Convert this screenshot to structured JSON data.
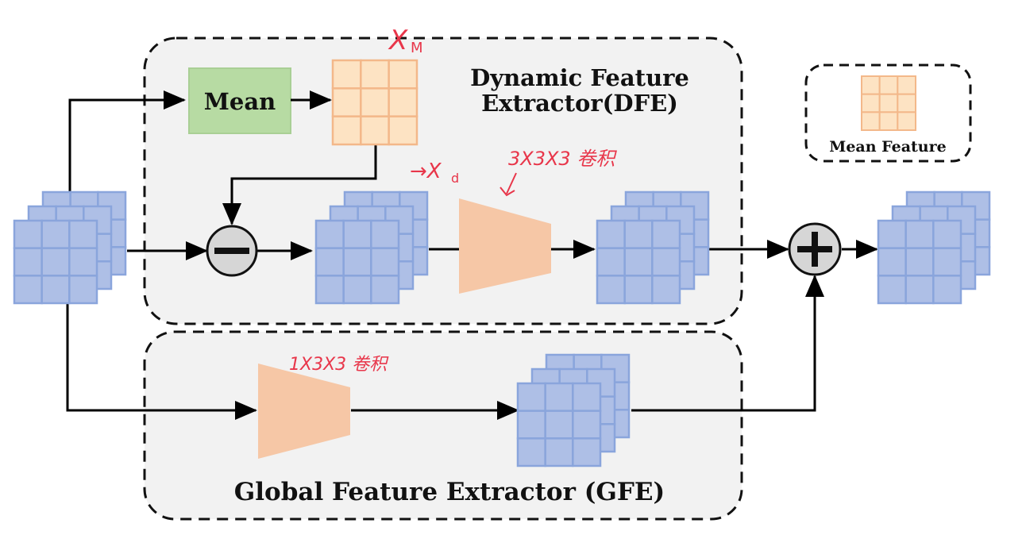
{
  "dfe": {
    "title_line1": "Dynamic Feature",
    "title_line2": "Extractor(DFE)"
  },
  "gfe": {
    "title": "Global Feature Extractor (GFE)"
  },
  "mean_box": {
    "label": "Mean"
  },
  "legend": {
    "label": "Mean Feature"
  },
  "ops": {
    "subtract": "minus",
    "add": "plus"
  },
  "annotations": {
    "xm": "X",
    "xm_sub": "M",
    "xd": "→X",
    "xd_sub": "d",
    "conv3d": "3X3X3 卷积",
    "conv2d": "1X3X3 卷积"
  },
  "colors": {
    "panel_fill": "#f2f2f2",
    "cube_fill": "#aebfe6",
    "cube_stroke": "#8aa5dc",
    "mean_fill": "#b7dba3",
    "mean_stroke": "#a9cf95",
    "grid_fill": "#fde3c3",
    "grid_stroke": "#f3b88a",
    "conv_fill": "#f6c7a6",
    "annotation": "#e8364a"
  }
}
